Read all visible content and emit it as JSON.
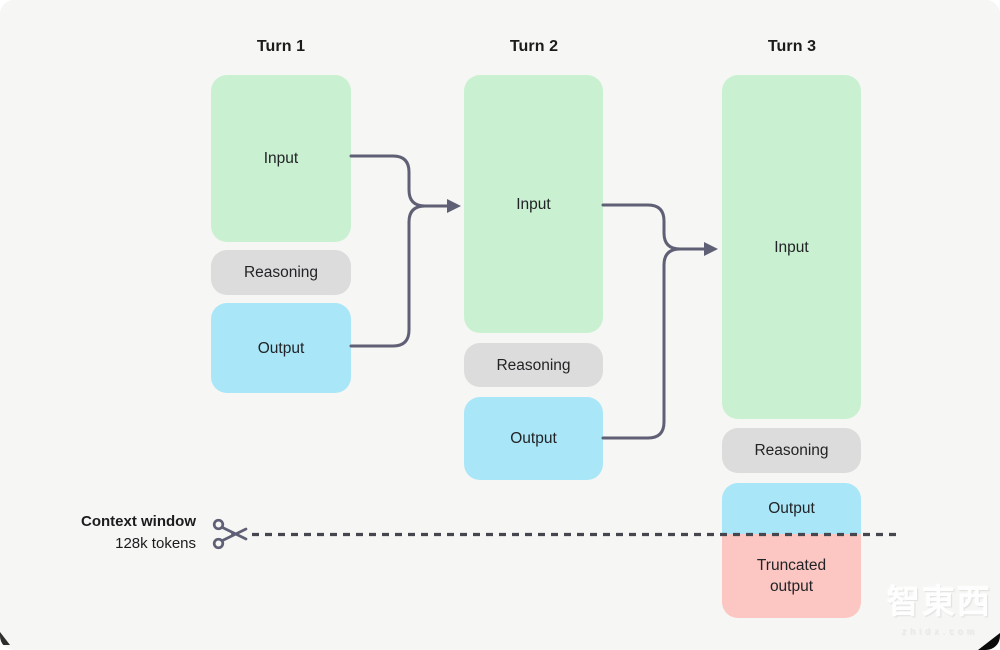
{
  "turns": [
    {
      "title": "Turn 1",
      "blocks": [
        {
          "label": "Input"
        },
        {
          "label": "Reasoning"
        },
        {
          "label": "Output"
        }
      ]
    },
    {
      "title": "Turn 2",
      "blocks": [
        {
          "label": "Input"
        },
        {
          "label": "Reasoning"
        },
        {
          "label": "Output"
        }
      ]
    },
    {
      "title": "Turn 3",
      "blocks": [
        {
          "label": "Input"
        },
        {
          "label": "Reasoning"
        },
        {
          "label": "Output"
        },
        {
          "label": "Truncated output"
        }
      ]
    }
  ],
  "context_window": {
    "label": "Context window",
    "size": "128k tokens"
  },
  "watermark": {
    "text": "智東西",
    "subtext": "zhidx.com"
  },
  "colors": {
    "canvas_bg": "#f6f6f4",
    "input_green": "#c9f1d1",
    "reasoning_gray": "#dcdcdc",
    "output_blue": "#a9e7f8",
    "truncated_pink": "#fcc6c2",
    "arrow": "#5f5f75",
    "cut_line": "#46464f"
  }
}
